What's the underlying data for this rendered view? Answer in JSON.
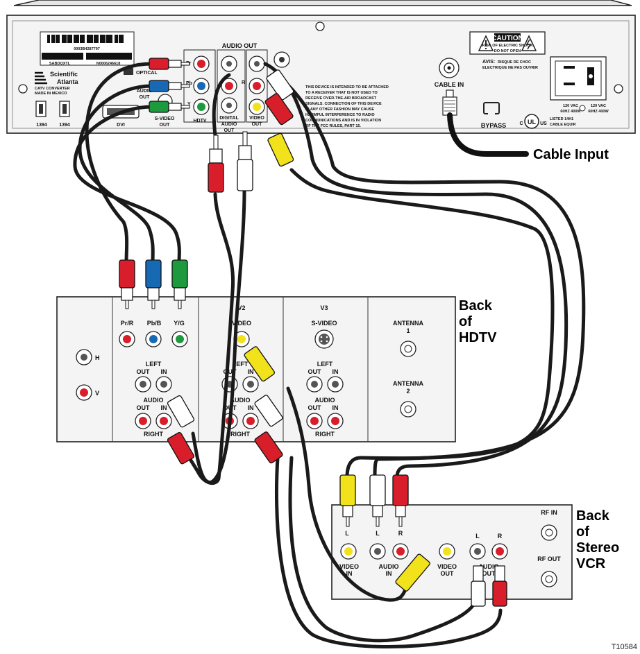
{
  "stb": {
    "serial_top": "0003B4287797",
    "serial_left": "SABDQXTL",
    "serial_right": "N0006246618",
    "brand_line1": "Scientific",
    "brand_line2": "Atlanta",
    "brand_sub1": "CATV CONVERTER",
    "brand_sub2": "MADE IN MEXICO",
    "port_1394_a": "1394",
    "port_1394_b": "1394",
    "dvi": "DVI",
    "optical": "OPTICAL",
    "audio_out_left_1": "AUDIO",
    "audio_out_left_2": "OUT",
    "svideo_1": "S-VIDEO",
    "svideo_2": "OUT",
    "pr": "Pr",
    "pb": "Pb",
    "y": "Y",
    "hdtv": "HDTV",
    "digital_audio_1": "DIGITAL",
    "digital_audio_2": "AUDIO",
    "digital_audio_3": "OUT",
    "audio_out_top": "AUDIO OUT",
    "r_label": "R",
    "l_label": "L",
    "video_out_1": "VIDEO",
    "video_out_2": "OUT",
    "warning_lines": [
      "THIS DEVICE IS INTENDED TO BE ATTACHED",
      "TO A RECEIVER THAT IS NOT USED TO",
      "RECEIVE OVER-THE-AIR BROADCAST",
      "SIGNALS. CONNECTION OF THIS DEVICE",
      "IN ANY OTHER FASHION MAY CAUSE",
      "HARMFUL INTERFERENCE TO RADIO",
      "COMMUNICATIONS AND IS IN VIOLATION",
      "OF THE FCC RULES, PART 15."
    ],
    "cable_in": "CABLE IN",
    "caution": "CAUTION",
    "caution_sub1": "RISK OF ELECTRIC SHOCK",
    "caution_sub2": "DO NOT OPEN",
    "avis_1": "AVIS:",
    "avis_2": "RISQUE DE CHOC",
    "avis_3": "ELECTRIQUE NE PAS OUVRIR",
    "power_a_1": "120 VAC",
    "power_a_2": "60HZ 400W",
    "power_b_1": "120 VAC",
    "power_b_2": "60HZ 400W",
    "bypass": "BYPASS",
    "ul_c": "C",
    "ul_us": "US",
    "ul_mark": "UL",
    "listed_1": "LISTED 14H1",
    "listed_2": "CABLE EQUIP."
  },
  "cable_input_label": "Cable Input",
  "hdtv": {
    "label_1": "Back",
    "label_2": "of",
    "label_3": "HDTV",
    "h": "H",
    "v": "V",
    "prr": "Pr/R",
    "pbb": "Pb/B",
    "yg": "Y/G",
    "v2": "V2",
    "v3": "V3",
    "video": "VIDEO",
    "svideo": "S-VIDEO",
    "antenna": "ANTENNA",
    "antenna_1": "1",
    "antenna_2": "2",
    "left": "LEFT",
    "out": "OUT",
    "in": "IN",
    "audio": "AUDIO",
    "right": "RIGHT"
  },
  "vcr": {
    "label_1": "Back",
    "label_2": "of",
    "label_3": "Stereo",
    "label_4": "VCR",
    "rf_in": "RF IN",
    "rf_out": "RF OUT",
    "l": "L",
    "r": "R",
    "video_in_1": "VIDEO",
    "video_in_2": "IN",
    "audio_in_1": "AUDIO",
    "audio_in_2": "IN",
    "video_out_1": "VIDEO",
    "video_out_2": "OUT",
    "audio_out_1": "AUDIO",
    "audio_out_2": "OUT"
  },
  "figure_id": "T10584",
  "colors": {
    "red": "#d81e2a",
    "blue": "#1769b4",
    "green": "#1e9a3e",
    "yellow": "#f2e21c",
    "white": "#ffffff",
    "cable": "#1a1a1a"
  }
}
